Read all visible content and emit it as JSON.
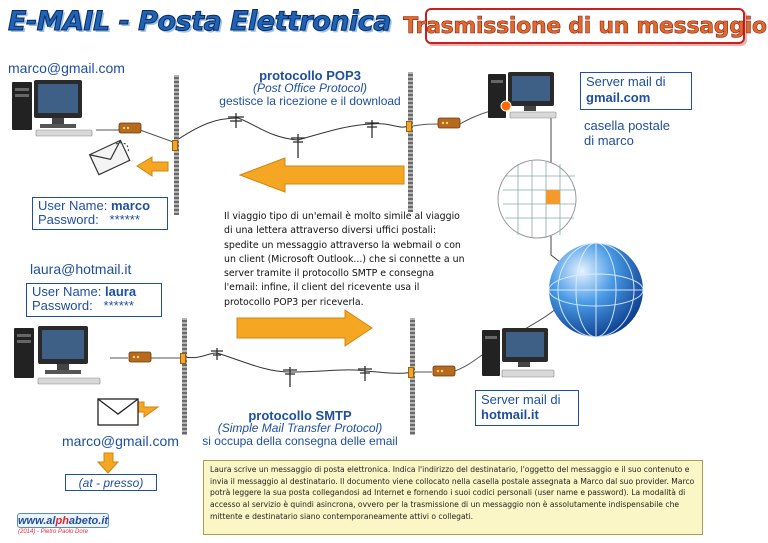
{
  "header": {
    "main_title": "E-MAIL  -  Posta Elettronica",
    "right_title": "Trasmissione di un messaggio"
  },
  "top_left": {
    "email": "marco@gmail.com",
    "user_label": "User Name:",
    "user_value": "marco",
    "password_label": "Password:",
    "password_value": "******"
  },
  "pop3": {
    "title": "protocollo POP3",
    "subtitle": "(Post Office Protocol)",
    "description": "gestisce la ricezione e il download"
  },
  "server_gmail": {
    "label_line1": "Server mail di",
    "label_line2": "gmail.com",
    "mailbox_line1": "casella postale",
    "mailbox_line2": "di marco"
  },
  "middle_text": "Il viaggio tipo di un'email è molto simile al viaggio di una lettera attraverso diversi uffici postali: spedite un messaggio attraverso la webmail o con un client (Microsoft Outlook...)  che si connette a un server tramite il protocollo SMTP e consegna l'email: infine, il client del ricevente usa il protocollo POP3 per riceverla.",
  "bottom_left": {
    "email_top": "laura@hotmail.it",
    "user_label": "User Name:",
    "user_value": "laura",
    "password_label": "Password:",
    "password_value": "******",
    "email_bottom": "marco@gmail.com",
    "at_presso": "(at - presso)"
  },
  "smtp": {
    "title": "protocollo SMTP",
    "subtitle": "(Simple Mail Transfer Protocol)",
    "description": "si occupa della consegna delle email"
  },
  "server_hotmail": {
    "label_line1": "Server mail di",
    "label_line2": "hotmail.it"
  },
  "bottom_note": "Laura scrive un messaggio di posta elettronica. Indica l'indirizzo del destinatario, l'oggetto del messaggio e il suo contenuto e invia il messaggio al destinatario. Il documento viene collocato nella casella postale assegnata a Marco dal suo provider. Marco potrà leggere la sua posta collegandosi ad Internet e fornendo i suoi codici personali (user name e password). La modalità di accesso al servizio è quindi asincrona, ovvero per la trasmissione di un messaggio non è assolutamente indispensabile che mittente e destinatario siano contemporaneamente attivi o collegati.",
  "logo": {
    "www": "www.al",
    "ph": "ph",
    "rest": "abeto.it",
    "credit": "(2014) - Pietro Paolo Dore"
  },
  "icon_names": [
    "computer-icon",
    "server-icon",
    "modem-icon",
    "envelope-icon",
    "globe-icon",
    "arrow-left-icon",
    "arrow-right-icon",
    "arrow-down-icon",
    "pole-icon",
    "mailbox-grid-icon"
  ],
  "colors": {
    "accent_blue": "#1f4fa0",
    "arrow_orange": "#f5a623",
    "title_red": "#c8201e",
    "note_bg": "#fbf6c6"
  }
}
